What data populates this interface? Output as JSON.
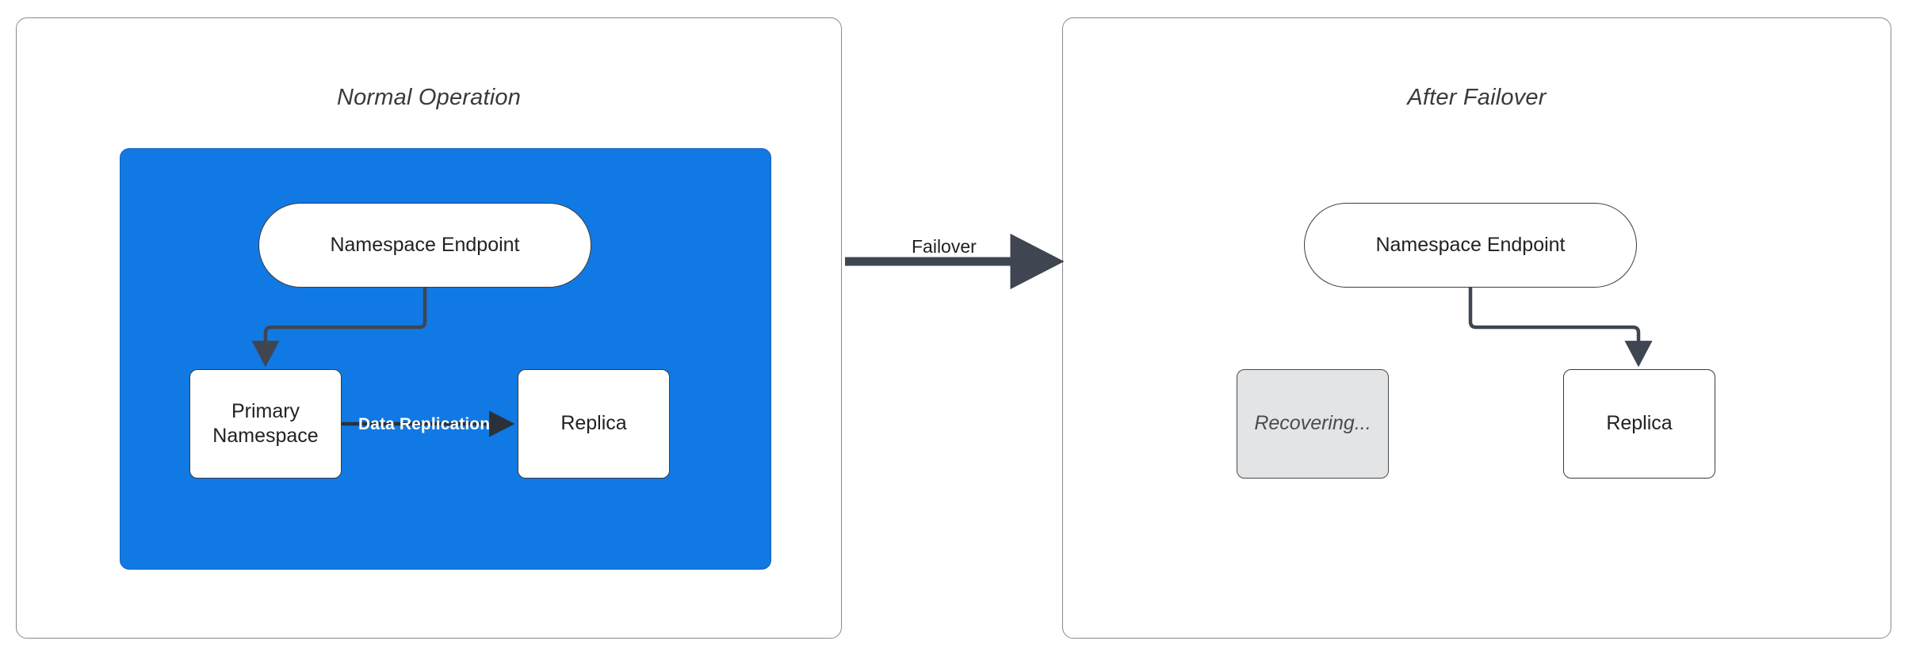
{
  "diagram": {
    "title_left": "Normal Operation",
    "title_right": "After Failover",
    "colors": {
      "zone_blue": "#1179e3",
      "panel_border": "#8a8a8a",
      "node_border": "#3b3b3b",
      "node_fill": "#ffffff",
      "dim_node_fill": "#e2e4e6",
      "edge_stroke": "#3f4651",
      "edge_label_light": "#ffffff"
    }
  },
  "left_panel": {
    "title": "Normal Operation",
    "nodes": {
      "endpoint": {
        "label": "Namespace Endpoint",
        "shape": "pill",
        "state": "active"
      },
      "primary": {
        "label": "Primary\nNamespace",
        "line1": "Primary",
        "line2": "Namespace",
        "shape": "rect",
        "state": "active"
      },
      "replica": {
        "label": "Replica",
        "shape": "rect",
        "state": "active"
      }
    },
    "edges": [
      {
        "from": "endpoint",
        "to": "primary",
        "label": ""
      },
      {
        "from": "primary",
        "to": "replica",
        "label": "Data Replication"
      }
    ]
  },
  "transition": {
    "label": "Failover",
    "direction": "left-to-right"
  },
  "right_panel": {
    "title": "After Failover",
    "nodes": {
      "endpoint": {
        "label": "Namespace Endpoint",
        "shape": "pill",
        "state": "active"
      },
      "recovering": {
        "label": "Recovering...",
        "shape": "rect",
        "state": "dimmed"
      },
      "replica": {
        "label": "Replica",
        "shape": "rect",
        "state": "active"
      }
    },
    "edges": [
      {
        "from": "endpoint",
        "to": "replica",
        "label": ""
      }
    ]
  }
}
